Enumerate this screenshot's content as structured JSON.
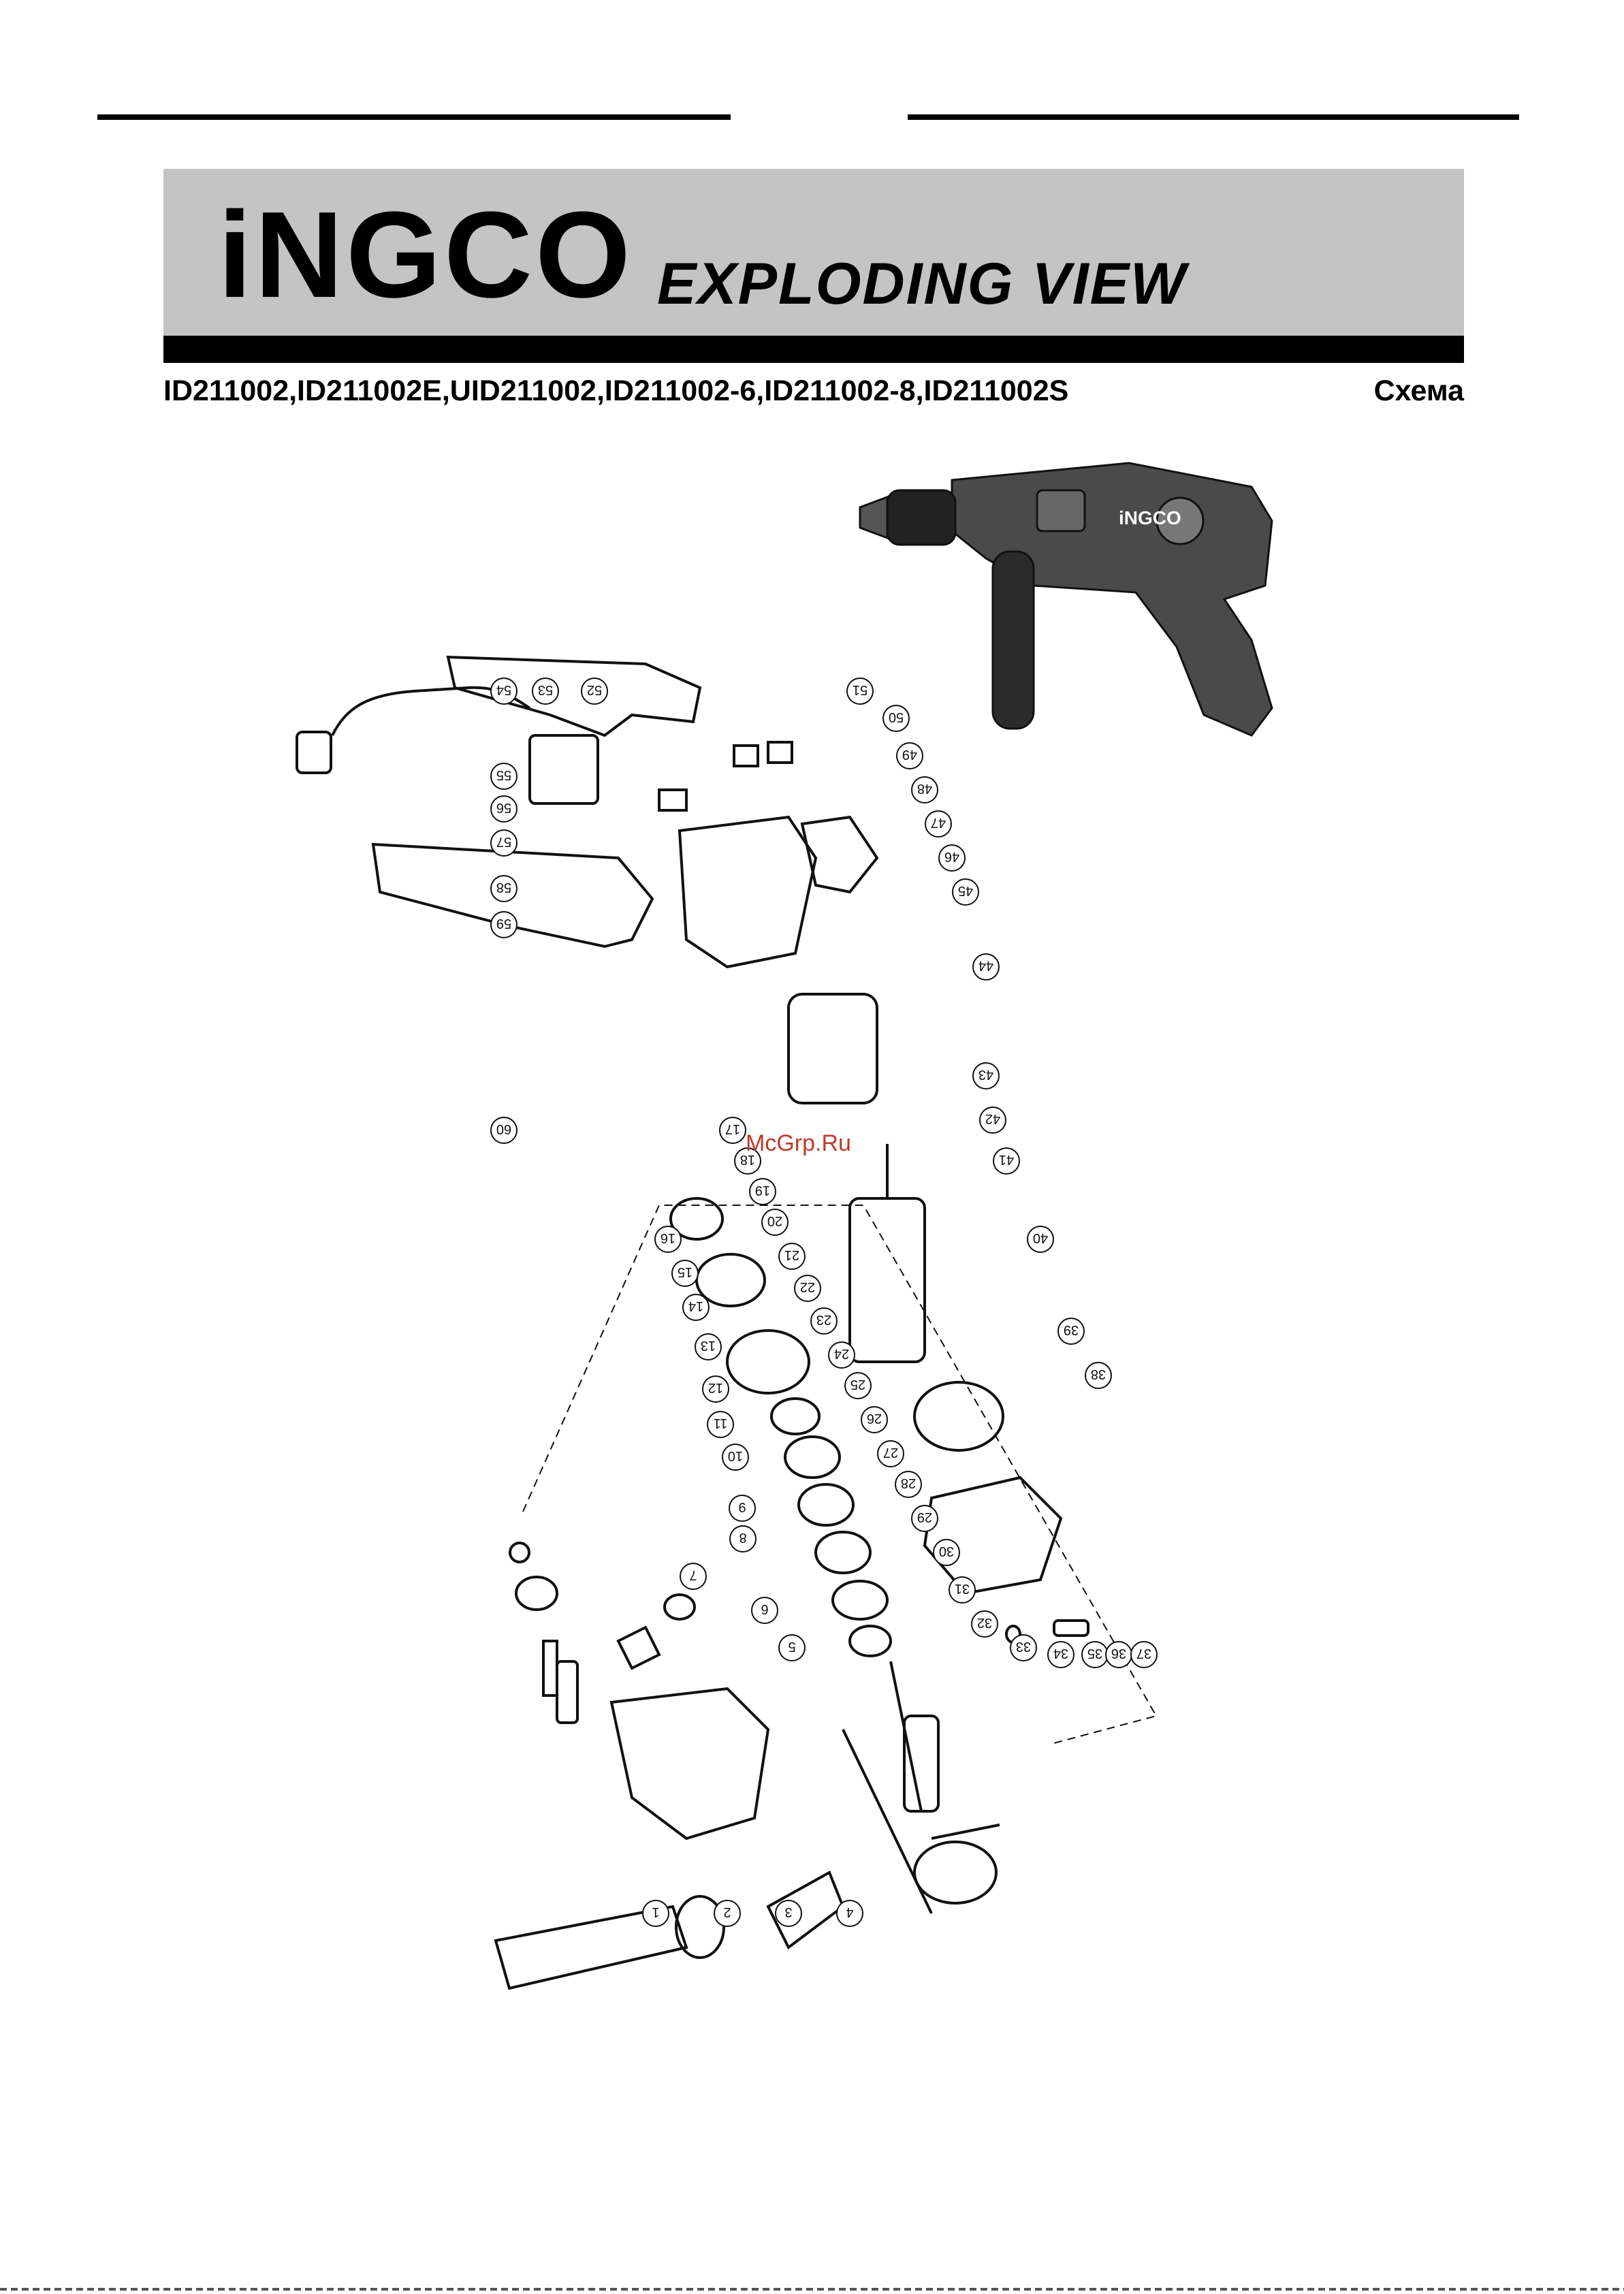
{
  "header": {
    "brand": "iNGCO",
    "title": "EXPLODING VIEW",
    "models": "ID211002,ID211002E,UID211002,ID211002-6,ID211002-8,ID211002S",
    "schema_label": "Схема"
  },
  "diagram": {
    "watermark": "McGrp.Ru",
    "part_numbers": [
      "1",
      "2",
      "3",
      "4",
      "5",
      "6",
      "7",
      "8",
      "9",
      "10",
      "11",
      "12",
      "13",
      "14",
      "15",
      "16",
      "17",
      "18",
      "19",
      "20",
      "21",
      "22",
      "23",
      "24",
      "25",
      "26",
      "27",
      "28",
      "29",
      "30",
      "31",
      "32",
      "33",
      "34",
      "35",
      "36",
      "37",
      "38",
      "39",
      "40",
      "41",
      "42",
      "43",
      "44",
      "45",
      "46",
      "47",
      "48",
      "49",
      "50",
      "51",
      "52",
      "53",
      "54",
      "55",
      "56",
      "57",
      "58",
      "59",
      "60"
    ],
    "inset_brand": "iNGCO"
  }
}
